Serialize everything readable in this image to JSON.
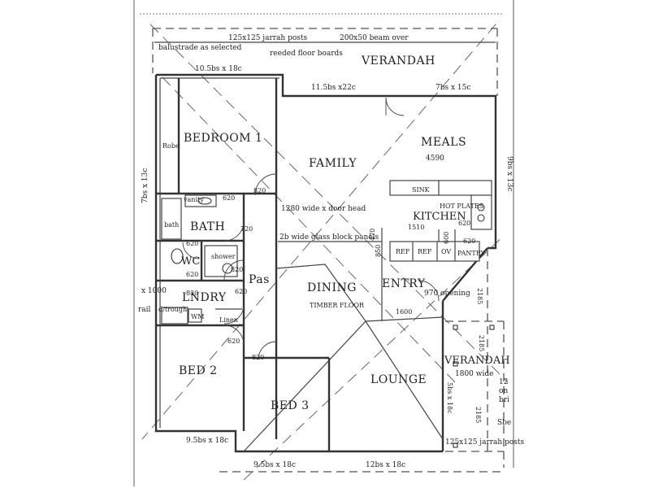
{
  "rooms": {
    "verandah_top": "VERANDAH",
    "bedroom1": "BEDROOM 1",
    "robe": "Robe",
    "family": "FAMILY",
    "meals": "MEALS",
    "kitchen": "KITCHEN",
    "bath": "BATH",
    "bath_fixture": "bath",
    "vanity": "vanity",
    "wc": "WC",
    "shower": "shower",
    "pas": "Pas",
    "lndry": "LNDRY",
    "trough": "d/trough",
    "wm": "WM",
    "linen": "Linen",
    "dining": "DINING",
    "timber_floor": "TIMBER FLOOR",
    "entry": "ENTRY",
    "lounge": "LOUNGE",
    "bed2": "BED 2",
    "bed3": "BED 3",
    "verandah_side": "VERANDAH",
    "sink": "SINK",
    "hot_plates": "HOT PLATES",
    "ref1": "REF",
    "ref2": "REF",
    "ov": "OV",
    "pantry": "PANTRY"
  },
  "annotations": {
    "jarrah_posts_top": "125x125 jarrah posts",
    "beam_top": "200x50 beam over",
    "balustrade": "balustrade as selected",
    "reeded_boards": "reeded floor boards",
    "dim_10_5": "10.5bs x 18c",
    "dim_11_5": "11.5bs x22c",
    "dim_7bs": "7bs x 15c",
    "dim_4590": "4590",
    "dim_9bs": "9bs x 13c",
    "dim_7bs_left": "7bs x 13c",
    "door_head": "1280 wide x door head",
    "glass_panels": "2b wide glass block panels",
    "d620_a": "620",
    "d620_b": "620",
    "d620_c": "620",
    "d620_d": "620",
    "d620_e": "620",
    "d620_f": "620",
    "d620_g": "620",
    "d820_a": "820",
    "d820_b": "820",
    "d820_c": "820",
    "d820_d": "820",
    "d720": "720",
    "d1510": "1510",
    "d470": "470",
    "d850": "850",
    "d600": "600",
    "d1000": "x 1000",
    "rail": "rail",
    "opening": "970 opening",
    "d1600": "1600",
    "d2185_a": "2185",
    "d2185_b": "2185",
    "d2185_c": "2185",
    "verandah_wide": "1800 wide",
    "dim_5bs": "5bs x 18c",
    "posts_bottom": "125x125 jarrah posts",
    "dim_9_5_a": "9.5bs x 18c",
    "dim_9_5_b": "9.5bs x 18c",
    "dim_12bs": "12bs x 18c",
    "side_12": "12",
    "side_on": "on",
    "side_bri": "bri",
    "side_sbe": "Sbe"
  }
}
